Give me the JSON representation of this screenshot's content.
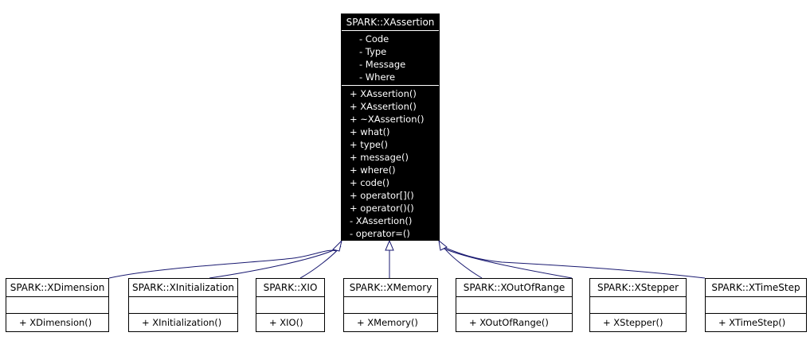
{
  "parent": {
    "title": "SPARK::XAssertion",
    "attributes": [
      "- Code",
      "- Type",
      "- Message",
      "- Where"
    ],
    "methods": [
      "+ XAssertion()",
      "+ XAssertion()",
      "+ ~XAssertion()",
      "+ what()",
      "+ type()",
      "+ message()",
      "+ where()",
      "+ code()",
      "+ operator[]()",
      "+ operator()()",
      "- XAssertion()",
      "- operator=()"
    ]
  },
  "children": [
    {
      "id": "xdimension",
      "title": "SPARK::XDimension",
      "method": "+ XDimension()"
    },
    {
      "id": "xinitialization",
      "title": "SPARK::XInitialization",
      "method": "+ XInitialization()"
    },
    {
      "id": "xio",
      "title": "SPARK::XIO",
      "method": "+ XIO()"
    },
    {
      "id": "xmemory",
      "title": "SPARK::XMemory",
      "method": "+ XMemory()"
    },
    {
      "id": "xoutofrange",
      "title": "SPARK::XOutOfRange",
      "method": "+ XOutOfRange()"
    },
    {
      "id": "xstepper",
      "title": "SPARK::XStepper",
      "method": "+ XStepper()"
    },
    {
      "id": "xtimestep",
      "title": "SPARK::XTimeStep",
      "method": "+ XTimeStep()"
    }
  ],
  "colors": {
    "parent_fill": "#000000",
    "parent_text": "#ffffff",
    "edge": "#191970",
    "arrowhead_fill": "#ffffff"
  }
}
